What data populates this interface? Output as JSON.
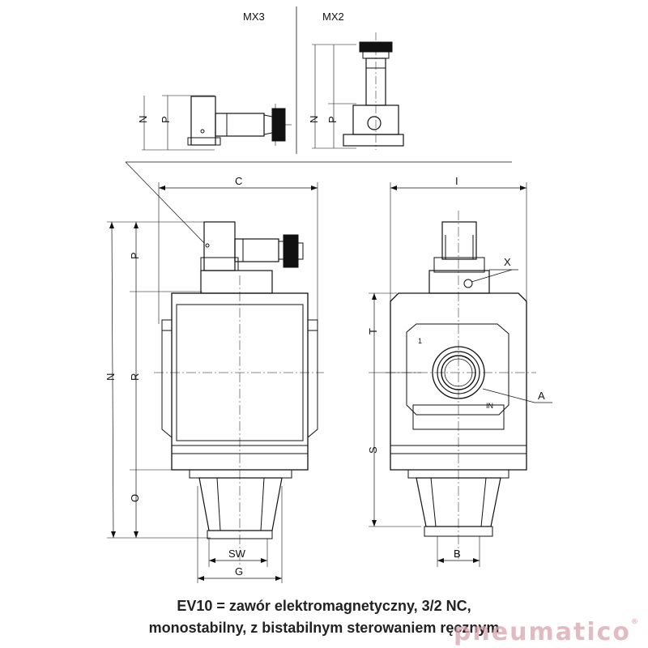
{
  "views": {
    "mx3_label": "MX3",
    "mx2_label": "MX2"
  },
  "dimensions": {
    "N": "N",
    "P": "P",
    "C": "C",
    "I": "I",
    "R": "R",
    "O": "O",
    "T": "T",
    "S": "S",
    "SW": "SW",
    "G": "G",
    "B": "B",
    "X": "X",
    "A": "A"
  },
  "port_marks": {
    "inlet": "1",
    "outlet": "IN"
  },
  "caption": {
    "line1": "EV10 = zawór elektromagnetyczny, 3/2 NC,",
    "line2": "monostabilny, z bistabilnym sterowaniem ręcznym"
  },
  "brand": {
    "name": "pneumatico",
    "mark": "®",
    "color": "#d9a3ad"
  }
}
